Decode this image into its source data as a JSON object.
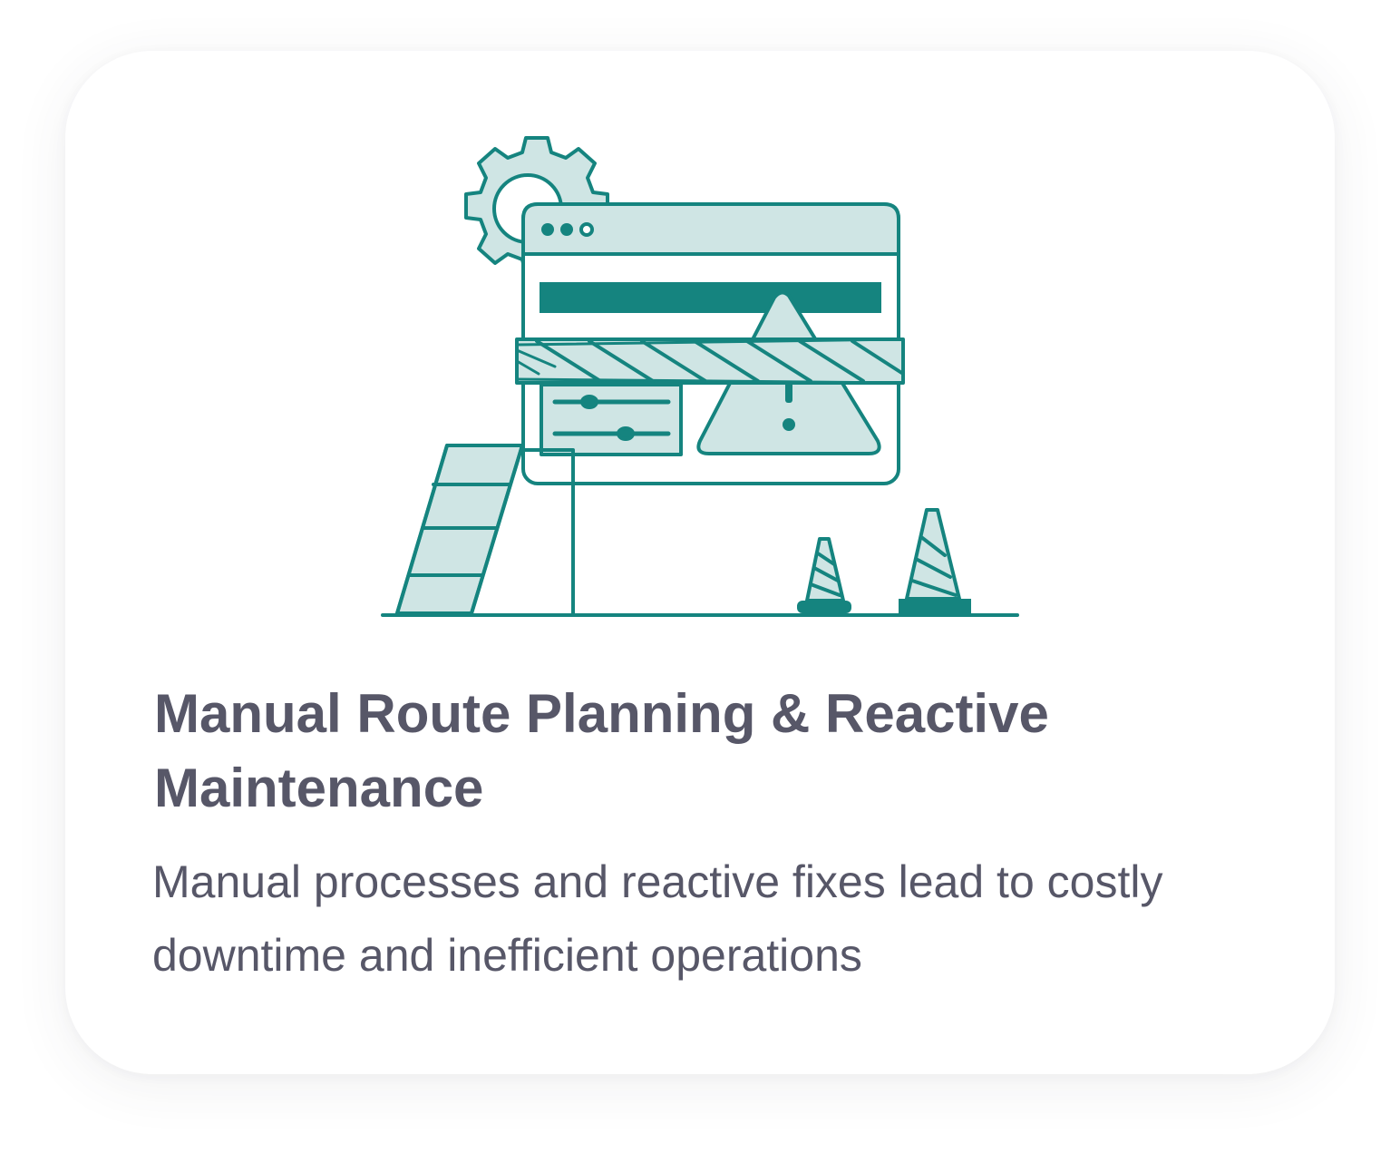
{
  "card": {
    "title": "Manual Route Planning & Reactive Maintenance",
    "description": "Manual processes and reactive fixes lead to costly downtime and inefficient operations"
  },
  "illustration": {
    "icon": "maintenance-warning-illustration",
    "colors": {
      "stroke": "#15847f",
      "fill_light": "#cfe5e4",
      "fill_dark": "#15847f"
    }
  },
  "colors": {
    "text": "#575768",
    "card_background": "#ffffff"
  }
}
